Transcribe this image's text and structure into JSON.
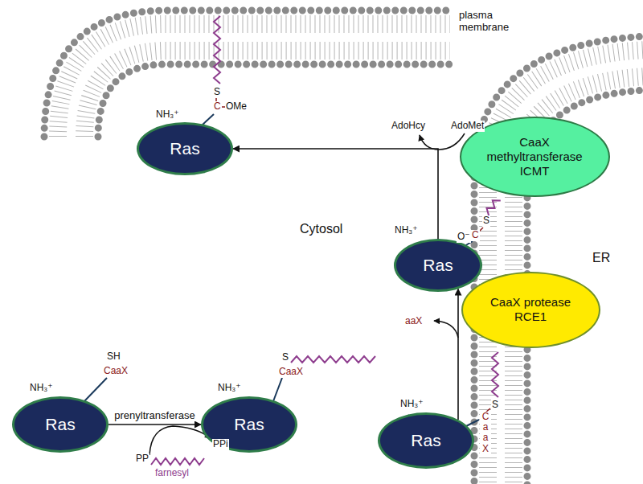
{
  "diagram": {
    "nodes": [
      {
        "text": [
          "Ras"
        ]
      },
      {
        "text": [
          "CaaX methyltransferase ICMT"
        ]
      },
      {
        "text": [
          "Ras"
        ]
      },
      {
        "text": [
          "CaaX protease RCE1"
        ]
      },
      {
        "text": [
          "Ras"
        ]
      },
      {
        "text": [
          "Ras"
        ]
      },
      {
        "text": [
          "Ras"
        ]
      }
    ],
    "edges": [
      {
        "from": 4,
        "to": 5,
        "arrow": "to",
        "label": "prenyltransferase"
      },
      {
        "from": 6,
        "to": 2,
        "arrow": "to"
      },
      {
        "from": 2,
        "to": 0,
        "arrow": "to"
      }
    ],
    "labels": [
      "plasma membrane",
      "Cytosol",
      "ER",
      "NH₃⁺",
      "S",
      "C",
      "OMe",
      "AdoHcy",
      "AdoMet",
      "NH₃⁺",
      "C",
      "S",
      "O⁻",
      "aaX",
      "NH₃⁺",
      "SH",
      "CaaX",
      "PP",
      "farnesyl",
      "PPi",
      "NH₃⁺",
      "S",
      "CaaX",
      "NH₃⁺",
      "CaaX",
      "S"
    ]
  }
}
